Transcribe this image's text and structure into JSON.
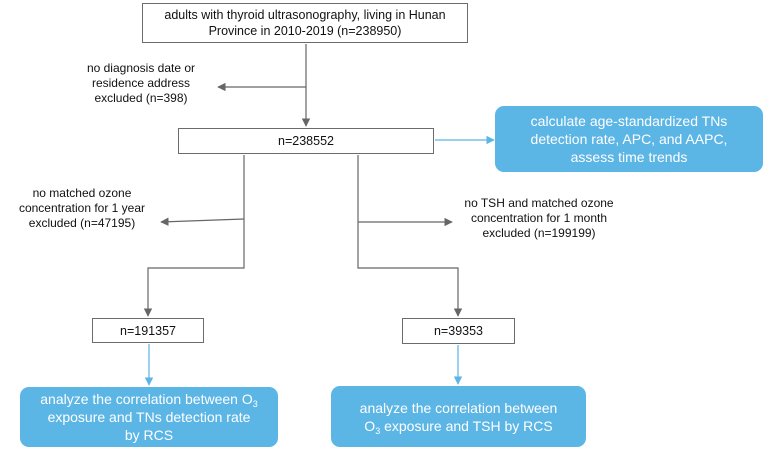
{
  "boxes": {
    "cohort": {
      "line1": "adults  with thyroid ultrasonography, living in Hunan",
      "line2": "Province in 2010-2019 (n=238950)"
    },
    "n_after": "n=238552",
    "n_left": "n=191357",
    "n_right": "n=39353"
  },
  "exclusions": {
    "first": {
      "line1": "no  diagnosis date or",
      "line2": "residence address",
      "line3": "excluded (n=398)"
    },
    "left": {
      "line1": "no matched ozone",
      "line2": "concentration for 1 year",
      "line3": "excluded (n=47195)"
    },
    "right": {
      "line1": "no TSH and matched ozone",
      "line2": "concentration for 1 month",
      "line3": "excluded (n=199199)"
    }
  },
  "outcomes": {
    "trend": {
      "line1": "calculate age-standardized TNs",
      "line2": "detection rate, APC, and AAPC,",
      "line3": "assess time trends"
    },
    "rcs_tn": {
      "line1_pre": "analyze the correlation between O",
      "line1_sub": "3",
      "line2": "exposure and TNs detection rate",
      "line3": "by RCS"
    },
    "rcs_tsh": {
      "line1": "analyze the correlation between",
      "line2_pre": "O",
      "line2_sub": "3",
      "line2_post": " exposure and TSH by RCS"
    }
  },
  "colors": {
    "connector": "#666666",
    "blue_connector": "#5bb5e5",
    "outcome_fill": "#5bb5e5"
  }
}
